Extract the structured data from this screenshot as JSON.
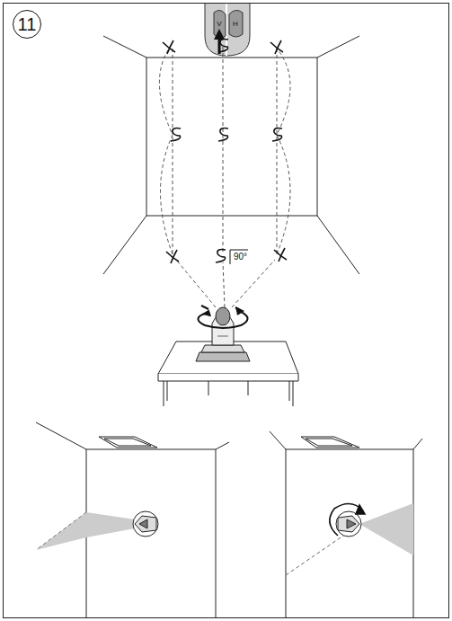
{
  "diagram": {
    "nodes": [
      {
        "text": [
          "11"
        ]
      },
      {
        "text": [
          "V"
        ]
      },
      {
        "text": [
          "H"
        ]
      }
    ],
    "labels": [
      "90°"
    ]
  }
}
